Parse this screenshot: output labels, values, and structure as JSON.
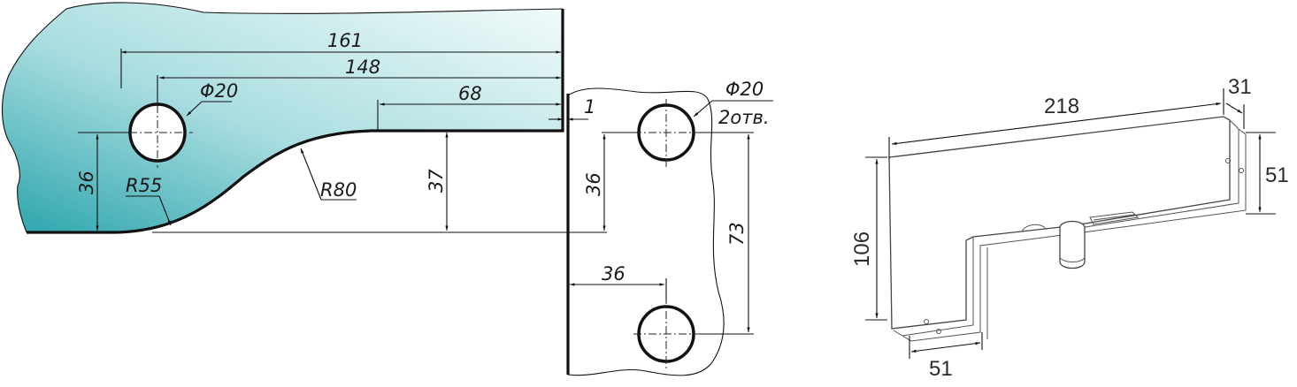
{
  "drawing": {
    "left_panel": {
      "dim_161": "161",
      "dim_148": "148",
      "dim_68": "68",
      "dim_1": "1",
      "hole_diameter": "Φ20",
      "dim_36_vertical": "36",
      "radius_r55": "R55",
      "radius_r80": "R80",
      "dim_37": "37"
    },
    "right_glass": {
      "hole_diameter": "Φ20",
      "hole_count": "2отв.",
      "dim_36_vertical": "36",
      "dim_36_horizontal": "36",
      "dim_73": "73"
    },
    "fitting": {
      "dim_218": "218",
      "dim_31": "31",
      "dim_51_right": "51",
      "dim_106": "106",
      "dim_51_bottom": "51"
    }
  },
  "colors": {
    "glass_dark": "#2aa4ac",
    "glass_light": "#eaf7f8",
    "outline": "#111111"
  }
}
